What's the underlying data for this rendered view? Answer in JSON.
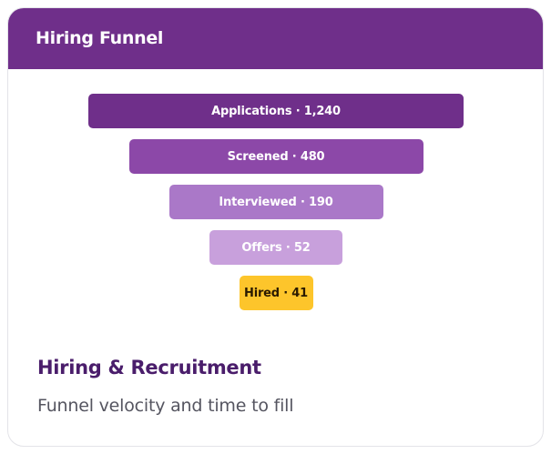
{
  "card": {
    "title": "Hiring Funnel",
    "section_title": "Hiring & Recruitment",
    "section_subtitle": "Funnel velocity and time to fill"
  },
  "colors": {
    "header": "#6f2f8a",
    "hired": "#fdc52b"
  },
  "chart_data": {
    "type": "funnel",
    "stages": [
      {
        "label": "Applications · 1,240",
        "name": "Applications",
        "value": 1240,
        "color": "#6f2f8a",
        "text_color": "#ffffff"
      },
      {
        "label": "Screened · 480",
        "name": "Screened",
        "value": 480,
        "color": "#8c48a8",
        "text_color": "#ffffff"
      },
      {
        "label": "Interviewed · 190",
        "name": "Interviewed",
        "value": 190,
        "color": "#aa78c8",
        "text_color": "#ffffff"
      },
      {
        "label": "Offers · 52",
        "name": "Offers",
        "value": 52,
        "color": "#c8a0dc",
        "text_color": "#ffffff"
      },
      {
        "label": "Hired · 41",
        "name": "Hired",
        "value": 41,
        "color": "#fdc52b",
        "text_color": "#2a1a00"
      }
    ]
  }
}
